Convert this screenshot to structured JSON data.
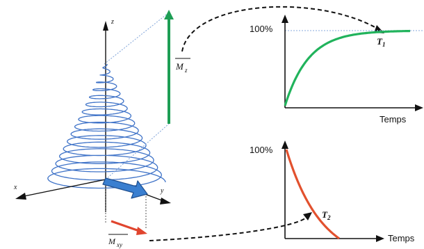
{
  "colors": {
    "helix": "#3f73c8",
    "mz_arrow": "#1e9e55",
    "t1_curve": "#21b35c",
    "t2_curve": "#e2512e",
    "mxy_arrow_fill": "#3a7fd0",
    "mxy_small": "#e0452e",
    "ref_line": "#7fa3d8",
    "t2_label": "#d7262d"
  },
  "axes3d": {
    "z": "z",
    "x": "x",
    "y": "y"
  },
  "vectors": {
    "mz_label": "M",
    "mz_sub": "z",
    "mxy_label": "M",
    "mxy_sub": "xy"
  },
  "t1_panel": {
    "y_tick_label": "100%",
    "x_axis_label": "Temps",
    "curve_label": "T",
    "curve_label_sub": "1",
    "chart_data": {
      "type": "line",
      "series": [
        {
          "name": "T1",
          "shape": "rising exponential recovery to 100%"
        }
      ]
    }
  },
  "t2_panel": {
    "y_tick_label": "100%",
    "x_axis_label": "Temps",
    "curve_label": "T",
    "curve_label_sub": "2",
    "chart_data": {
      "type": "line",
      "series": [
        {
          "name": "T2",
          "shape": "decaying exponential from 100%"
        }
      ]
    }
  }
}
